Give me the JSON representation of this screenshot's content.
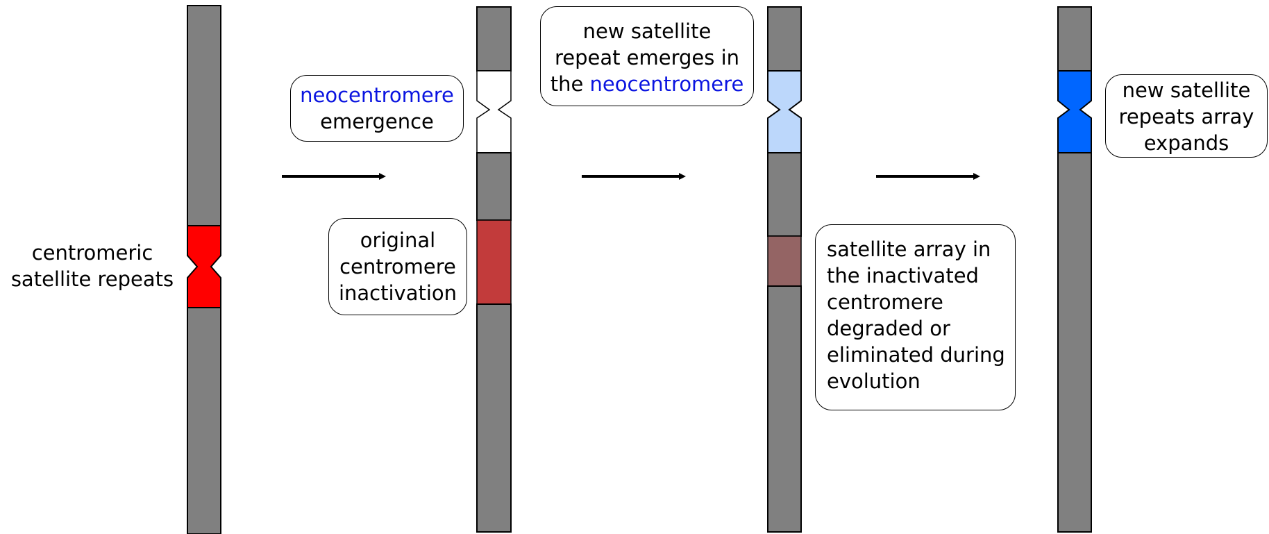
{
  "colors": {
    "chromosome": "#808080",
    "centromere_active": "#ff0000",
    "centromere_inactivated": "#c23b3b",
    "centromere_degraded": "#946464",
    "neocentromere_empty": "#ffffff",
    "new_satellite_light": "#bcd7fb",
    "new_satellite_expanded": "#0066ff",
    "highlight_text": "#0a14e0",
    "arrow": "#000000"
  },
  "labels": {
    "centromeric_satellite": [
      "centromeric",
      "satellite repeats"
    ],
    "neocentromere_emergence": {
      "highlight": "neocentromere",
      "rest": "emergence"
    },
    "original_inactivation": [
      "original",
      "centromere",
      "inactivation"
    ],
    "new_repeat_emerges": {
      "line1": "new satellite",
      "line2": "repeat emerges in",
      "line3_plain": "the ",
      "line3_highlight": "neocentromere"
    },
    "array_degraded": [
      "satellite array in",
      "the inactivated",
      "centromere",
      "degraded or",
      "eliminated during",
      "evolution"
    ],
    "array_expands": [
      "new satellite",
      "repeats array",
      "expands"
    ]
  }
}
